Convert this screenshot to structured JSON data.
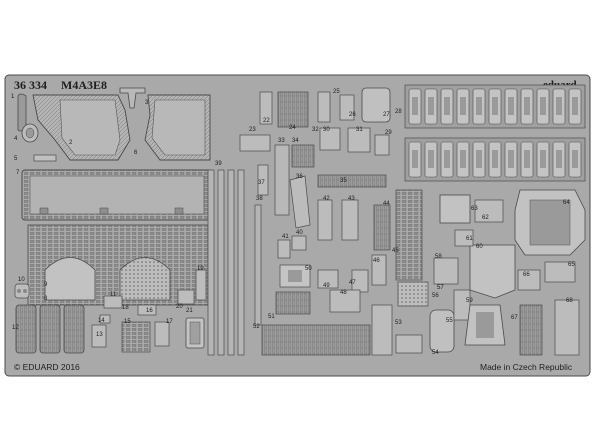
{
  "sheet": {
    "product_code": "36 334",
    "subject": "M4A3E8",
    "brand": "eduard",
    "copyright": "© EDUARD 2016",
    "origin": "Made in Czech Republic",
    "colors": {
      "background": "#ffffff",
      "metal": "#a9a9a9",
      "metal_dark": "#8e8e8e",
      "metal_light": "#c4c4c4",
      "outline": "#4a4a4a",
      "text": "#1e1e1e"
    }
  },
  "part_numbers": [
    "1",
    "2",
    "3",
    "4",
    "5",
    "6",
    "7",
    "8",
    "9",
    "10",
    "11",
    "12",
    "13",
    "14",
    "15",
    "16",
    "17",
    "18",
    "19",
    "20",
    "21",
    "22",
    "23",
    "24",
    "25",
    "26",
    "27",
    "28",
    "29",
    "30",
    "31",
    "32",
    "33",
    "34",
    "35",
    "36",
    "37",
    "38",
    "39",
    "40",
    "41",
    "42",
    "43",
    "44",
    "45",
    "46",
    "47",
    "48",
    "49",
    "50",
    "51",
    "52",
    "53",
    "54",
    "55",
    "56",
    "57",
    "58",
    "59",
    "60",
    "61",
    "62",
    "63",
    "64",
    "65",
    "66",
    "67",
    "68"
  ]
}
